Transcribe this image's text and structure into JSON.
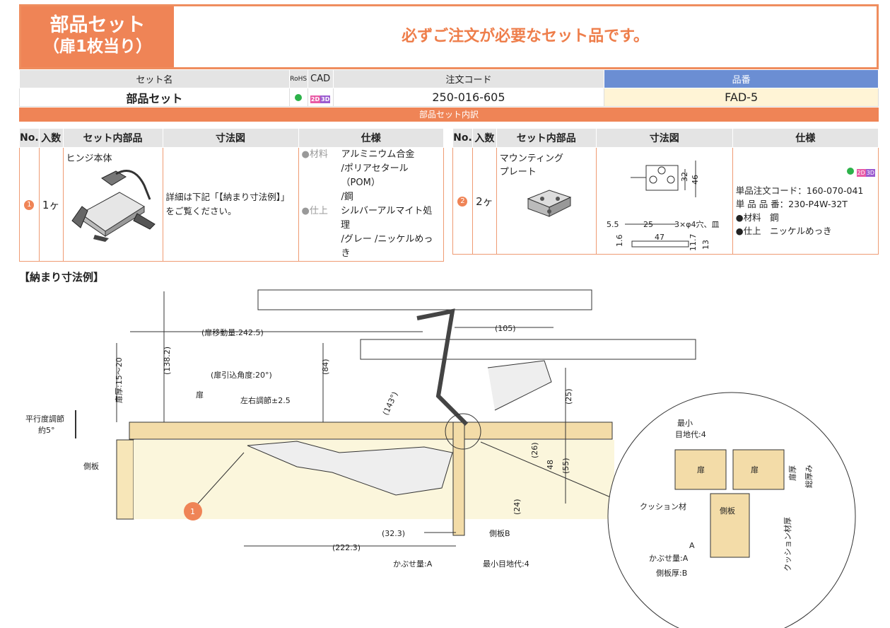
{
  "header": {
    "title_line1": "部品セット",
    "title_line2": "（扉1枚当り）",
    "notice": "必ずご注文が必要なセット品です。"
  },
  "set_table": {
    "headers": [
      "セット名",
      "RoHS",
      "CAD",
      "注文コード",
      "品番"
    ],
    "row": {
      "name": "部品セット",
      "cad_2d": "2D",
      "cad_3d": "3D",
      "order_code": "250-016-605",
      "part_no": "FAD-5"
    }
  },
  "breakdown_label": "部品セット内訳",
  "parts_table": {
    "headers": [
      "No.",
      "入数",
      "セット内部品",
      "寸法図",
      "仕様"
    ],
    "items": [
      {
        "no": "1",
        "qty": "1ヶ",
        "part": "ヒンジ本体",
        "dim_note_line1": "詳細は下記「【納まり寸法例】」",
        "dim_note_line2": "をご覧ください。",
        "spec": {
          "material_label": "●材料",
          "material_lines": [
            "アルミニウム合金",
            "/ポリアセタール（POM）",
            "/鋼"
          ],
          "finish_label": "●仕上",
          "finish_lines": [
            "シルバーアルマイト処理",
            "/グレー /ニッケルめっき"
          ]
        }
      },
      {
        "no": "2",
        "qty": "2ヶ",
        "part_line1": "マウンティング",
        "part_line2": "プレート",
        "dims": {
          "d32": "32",
          "d46": "46",
          "d5_5": "5.5",
          "d25": "25",
          "holes": "3×φ4穴、皿",
          "d47": "47",
          "d1_6": "1.6",
          "d11_7": "11.7",
          "d13": "13"
        },
        "spec": {
          "cad_2d": "2D",
          "cad_3d": "3D",
          "unit_code": "単品注文コード：160-070-041",
          "unit_part": "単 品 品 番：230-P4W-32T",
          "material": "●材料　鋼",
          "finish": "●仕上　ニッケルめっき"
        }
      }
    ]
  },
  "section_title": "【納まり寸法例】",
  "diagram": {
    "labels": {
      "door_move": "(扉移動量:242.5)",
      "d105": "(105)",
      "d138": "(138.2)",
      "door_thick": "扉厚:15～20",
      "d84": "(84)",
      "pull_angle": "(扉引込角度:20°)",
      "door": "扉",
      "lr_adjust": "左右調節±2.5",
      "angle143": "(143°)",
      "d25": "(25)",
      "parallel_1": "平行度調節",
      "parallel_2": "約5°",
      "side_panel": "側板",
      "d26": "(26)",
      "d48": "48",
      "d55": "(55)",
      "d24": "(24)",
      "marker": "1",
      "d32_3": "(32.3)",
      "side_b": "側板B",
      "d222_3": "(222.3)",
      "overlay_a": "かぶせ量:A",
      "min_gap4": "最小目地代:4"
    },
    "detail": {
      "min_gap_1": "最小",
      "min_gap_2": "目地代:4",
      "door_l": "扉",
      "door_r": "扉",
      "door_thick": "扉厚",
      "total_thick": "総厚み",
      "cushion": "クッション材",
      "side": "側板",
      "cushion_thick": "クッション材厚",
      "a": "A",
      "overlay": "かぶせ量:A",
      "side_thick": "側板厚:B"
    }
  }
}
